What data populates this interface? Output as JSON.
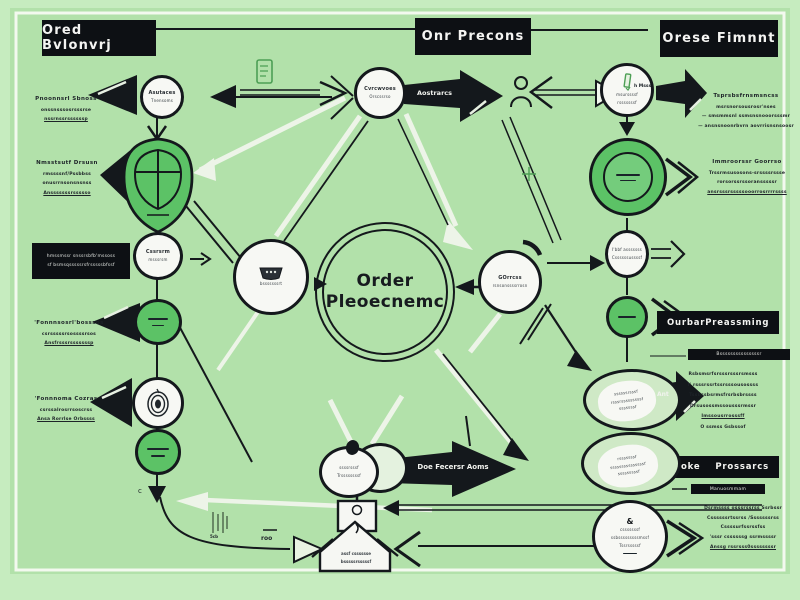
{
  "colors": {
    "background": "#b2e1aa",
    "background_edge": "#c6ecbf",
    "frame": "#f3f9ef",
    "ink": "#14181c",
    "node_green": "#5cc266",
    "node_white": "#f7f8f4",
    "icon_green": "#4d9f55"
  },
  "banners": {
    "top_left": "Ored Bvlonvrj",
    "top_center": "Onr Precons",
    "top_right": "Orese Fimnnt",
    "mid_left_line1": "hmssmssr snssrsbfb'mssoss",
    "mid_left_line2": "sf bsmsqsssssrsfrsssssbfssf",
    "order_processing_word1": "Ourbar",
    "order_processing_word2": "Preassming",
    "order_processing_sub": "Bsssssssssssssssr",
    "order_processes_word1": "Oroke",
    "order_processes_word2": "Prossarcs",
    "order_processes_sub": "Manuosmmam"
  },
  "arrow_labels": {
    "abstracts": "Aostrarcs",
    "main_flow": "Doe Fecersr Aoms",
    "ant": "Ant",
    "muss": "h Msss"
  },
  "center_node": {
    "line1": "Order",
    "line2": "Pleoecnemc"
  },
  "nodes": {
    "top_left": [
      "Asutaces",
      "Tnensoms"
    ],
    "top_center": [
      "Cvrcwvoes",
      "Orscssrso"
    ],
    "top_right": [
      "msurssssf",
      "rsssssssf"
    ],
    "left_2": [
      "Cssrsrm",
      "msssrsm"
    ],
    "mid_left": [
      "bsssssssrt"
    ],
    "right_mid": [
      "GOrrcss",
      "rsnsonssssrrosn"
    ],
    "right_2": [
      "I'bbf asssssss",
      "Cssssssussssf"
    ],
    "cloud": [
      "ssssrsssf",
      "Trssssssssf"
    ],
    "blob_1": [
      "ssssssrsssf",
      "rsssrsssssssssf",
      "sssssssf"
    ],
    "blob_2": [
      "rsssssssf",
      "sssssssssssssssf",
      "sssssssssf"
    ],
    "bottom_right": [
      "csssssssf",
      "ssbsssssssssmssf",
      "Tssrsssssf"
    ],
    "bottom_right_glyph": "&",
    "house_line1": "assf csssssse",
    "house_line2": "bsssssrsssssf"
  },
  "text_blocks": {
    "left_1": [
      "Pnoonnsrl Sbnoss",
      "onssnsssosrsssrse",
      "nssrnssrssssssp"
    ],
    "left_2": [
      "Nmsstsutf Drsusn",
      "rmssssnf/Pssbbss",
      "onusrrnsonsnsnss",
      "Ansssssssrssssso"
    ],
    "left_3": [
      "'Fonnnsosrl'bosssos",
      "csrsssssrsossssrsos",
      "Ansfrsssrsssssssp"
    ],
    "left_4": [
      "'Fonnnoma Cozras",
      "csrssalrosrrsoscrss",
      "Ansa Rorrlse Orbssss"
    ],
    "right_1": [
      "Tsprsbsfrnsmsncss",
      "msrsnorsousrosr'nses",
      "— smsmmsnl ssmsnsnooorsssmr",
      "— ansnsnoonrbvrn aovrrisnsnsoosr"
    ],
    "right_2": [
      "Immroorssr Goorrso",
      "Trssrmsusosons-srssssrssse",
      "rorsorssrssoransssssr",
      "ansrsssrsssssooorrosrrrrssss"
    ],
    "right_3": [
      "Rsbsmsrfsrsssrsssrsmsss",
      "I' rsssrssrtssrsssousossss",
      "Tssbssbsrmsfrsrbsbrssss",
      "Drsusossmssousssrmssr",
      "Imssousrrosssff",
      "O ssmss Gsbssof"
    ],
    "right_4": [
      "Dsrmssss osssrssrss Ssrbssr",
      "Cssssssrtssrss /Sssssssrss",
      "Cssssurfssrssfss",
      "'sssr cssssssg ssrmssssr",
      "Anssg rssrsss0ssssssssr"
    ]
  },
  "misc": {
    "roo": "roo",
    "c_mark": "c",
    "barcode_caption": "5cb"
  }
}
